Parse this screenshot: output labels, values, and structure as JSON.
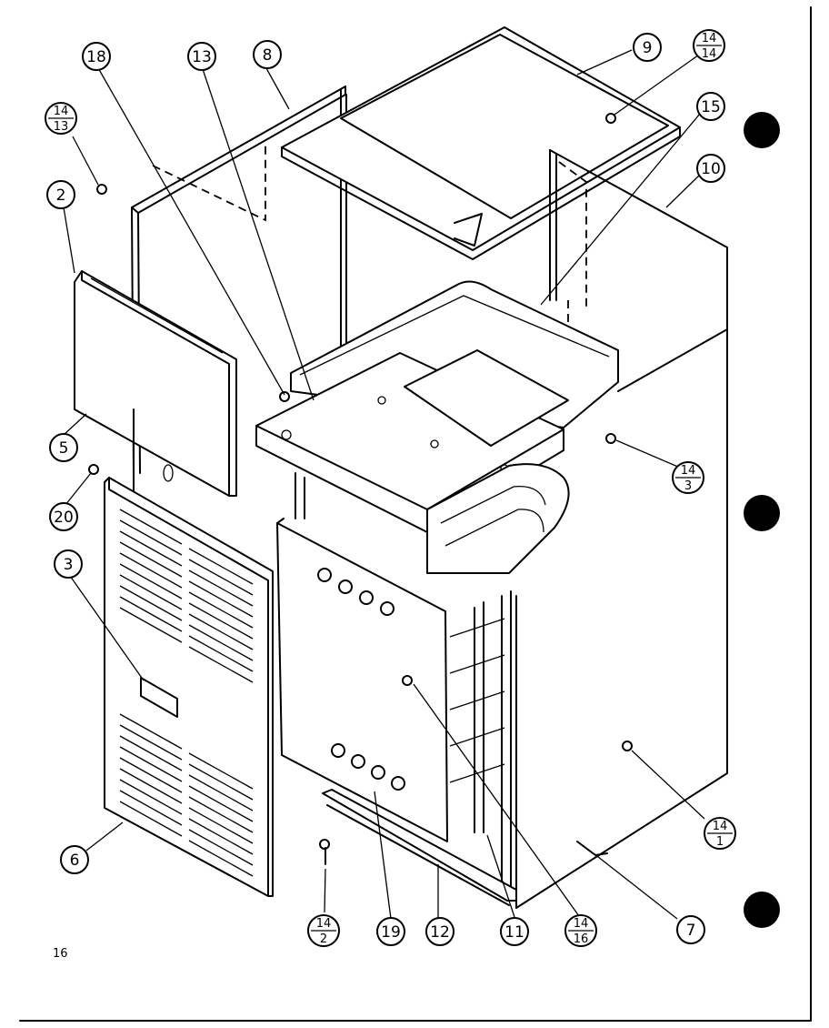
{
  "page_number": "16",
  "callouts": [
    {
      "id": "c18",
      "label": "18"
    },
    {
      "id": "c13",
      "label": "13"
    },
    {
      "id": "c8",
      "label": "8"
    },
    {
      "id": "c9",
      "label": "9"
    },
    {
      "id": "c15",
      "label": "15"
    },
    {
      "id": "c10",
      "label": "10"
    },
    {
      "id": "c2",
      "label": "2"
    },
    {
      "id": "c5",
      "label": "5"
    },
    {
      "id": "c20",
      "label": "20"
    },
    {
      "id": "c3",
      "label": "3"
    },
    {
      "id": "c6",
      "label": "6"
    },
    {
      "id": "c19",
      "label": "19"
    },
    {
      "id": "c12",
      "label": "12"
    },
    {
      "id": "c11",
      "label": "11"
    },
    {
      "id": "c7",
      "label": "7"
    }
  ],
  "fraction_callouts": [
    {
      "id": "f14_14",
      "top": "14",
      "bottom": "14"
    },
    {
      "id": "f14_13",
      "top": "14",
      "bottom": "13"
    },
    {
      "id": "f14_3",
      "top": "14",
      "bottom": "3"
    },
    {
      "id": "f14_1",
      "top": "14",
      "bottom": "1"
    },
    {
      "id": "f14_2",
      "top": "14",
      "bottom": "2"
    },
    {
      "id": "f14_16",
      "top": "14",
      "bottom": "16"
    }
  ]
}
